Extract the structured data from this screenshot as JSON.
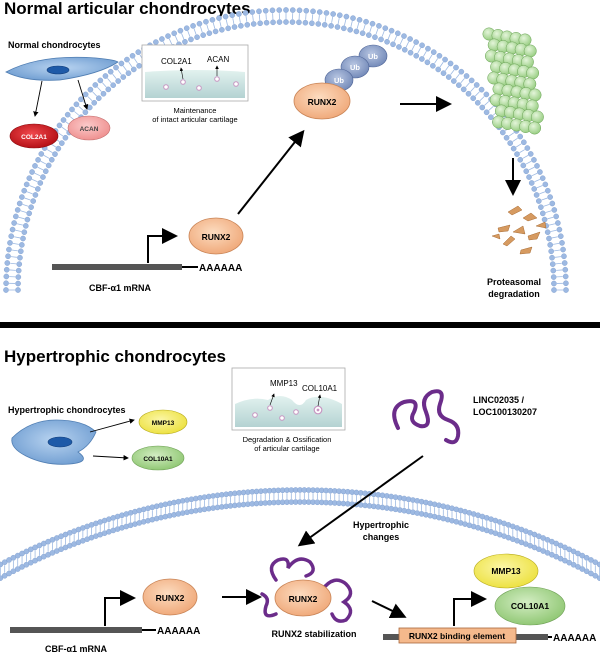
{
  "top": {
    "section_title": "Normal articular chondrocytes",
    "cell_label": "Normal chondrocytes",
    "marker_1": "COL2A1",
    "marker_2": "ACAN",
    "inset_label_1": "COL2A1",
    "inset_label_2": "ACAN",
    "inset_caption_line1": "Maintenance",
    "inset_caption_line2": "of intact articular cartilage",
    "runx2_nucleus": "RUNX2",
    "runx2_cyto": "RUNX2",
    "ub_1": "Ub",
    "ub_2": "Ub",
    "ub_3": "Ub",
    "polya": "AAAAAA",
    "mrna_label": "CBF-α1 mRNA",
    "degradation_line1": "Proteasomal",
    "degradation_line2": "degradation"
  },
  "bottom": {
    "section_title": "Hypertrophic chondrocytes",
    "cell_label": "Hypertrophic chondrocytes",
    "marker_1": "MMP13",
    "marker_2": "COL10A1",
    "inset_label_1": "MMP13",
    "inset_label_2": "COL10A1",
    "inset_caption_line1": "Degradation & Ossification",
    "inset_caption_line2": "of articular cartilage",
    "lnc_line1": "LINC02035 /",
    "lnc_line2": "LOC100130207",
    "changes_line1": "Hypertrophic",
    "changes_line2": "changes",
    "runx2_1": "RUNX2",
    "runx2_2": "RUNX2",
    "stabilization": "RUNX2 stabilization",
    "binding_element": "RUNX2 binding element",
    "out_1": "MMP13",
    "out_2": "COL10A1",
    "polya_1": "AAAAAA",
    "polya_2": "AAAAAA",
    "mrna_label": "CBF-α1 mRNA"
  },
  "colors": {
    "membrane": "#9db9e2",
    "runx2": "#f5b98c",
    "ub": "#8ea3c9",
    "col2a1": "#d0141c",
    "acan": "#f4a5a4",
    "mmp13": "#f5ec53",
    "col10a1": "#a3d48a",
    "lnc": "#6b2c8a",
    "proteasome": "#b7e2a6",
    "fragments": "#d69a60",
    "binding": "#f5b98c"
  }
}
